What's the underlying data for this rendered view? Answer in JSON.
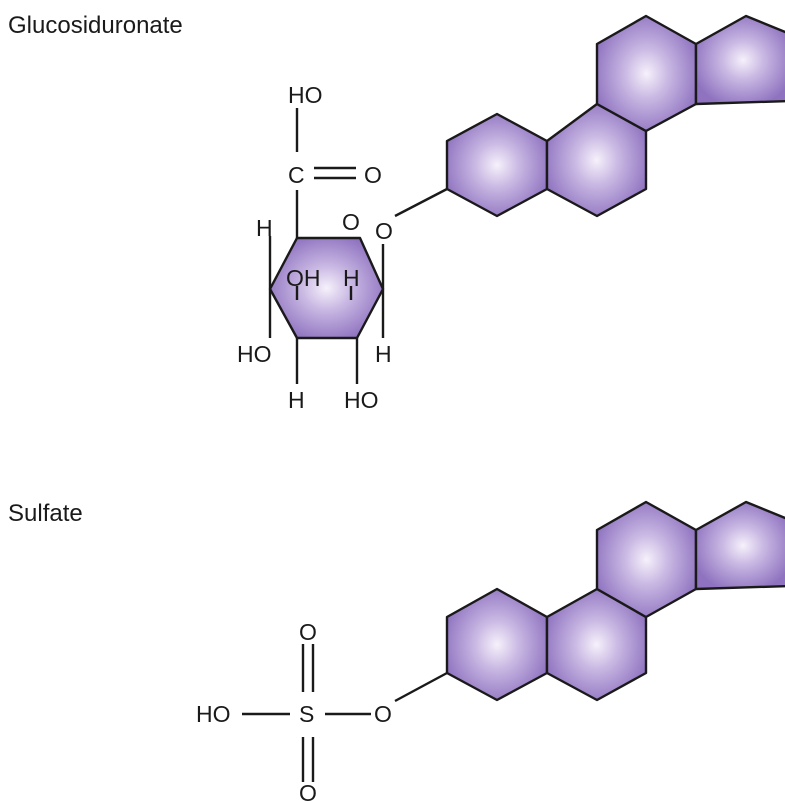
{
  "sections": {
    "glucosiduronate": {
      "title": "Glucosiduronate",
      "labels": {
        "ho_top": "HO",
        "carbon": "C",
        "carbonyl_o": "O",
        "ring_o": "O",
        "link_o": "O",
        "h_left": "H",
        "oh": "OH",
        "h_mid": "H",
        "ho_left": "HO",
        "h_right": "H",
        "h_bottom": "H",
        "ho_bottom": "HO"
      }
    },
    "sulfate": {
      "title": "Sulfate",
      "labels": {
        "o_top": "O",
        "ho": "HO",
        "sulfur": "S",
        "link_o": "O",
        "o_bottom": "O"
      }
    }
  },
  "colors": {
    "ring_fill_center": "#f6f1fb",
    "ring_fill_mid": "#bca9dc",
    "ring_fill_edge": "#8f73c0",
    "line": "#1a1a1a",
    "text": "#1a1a1a"
  }
}
